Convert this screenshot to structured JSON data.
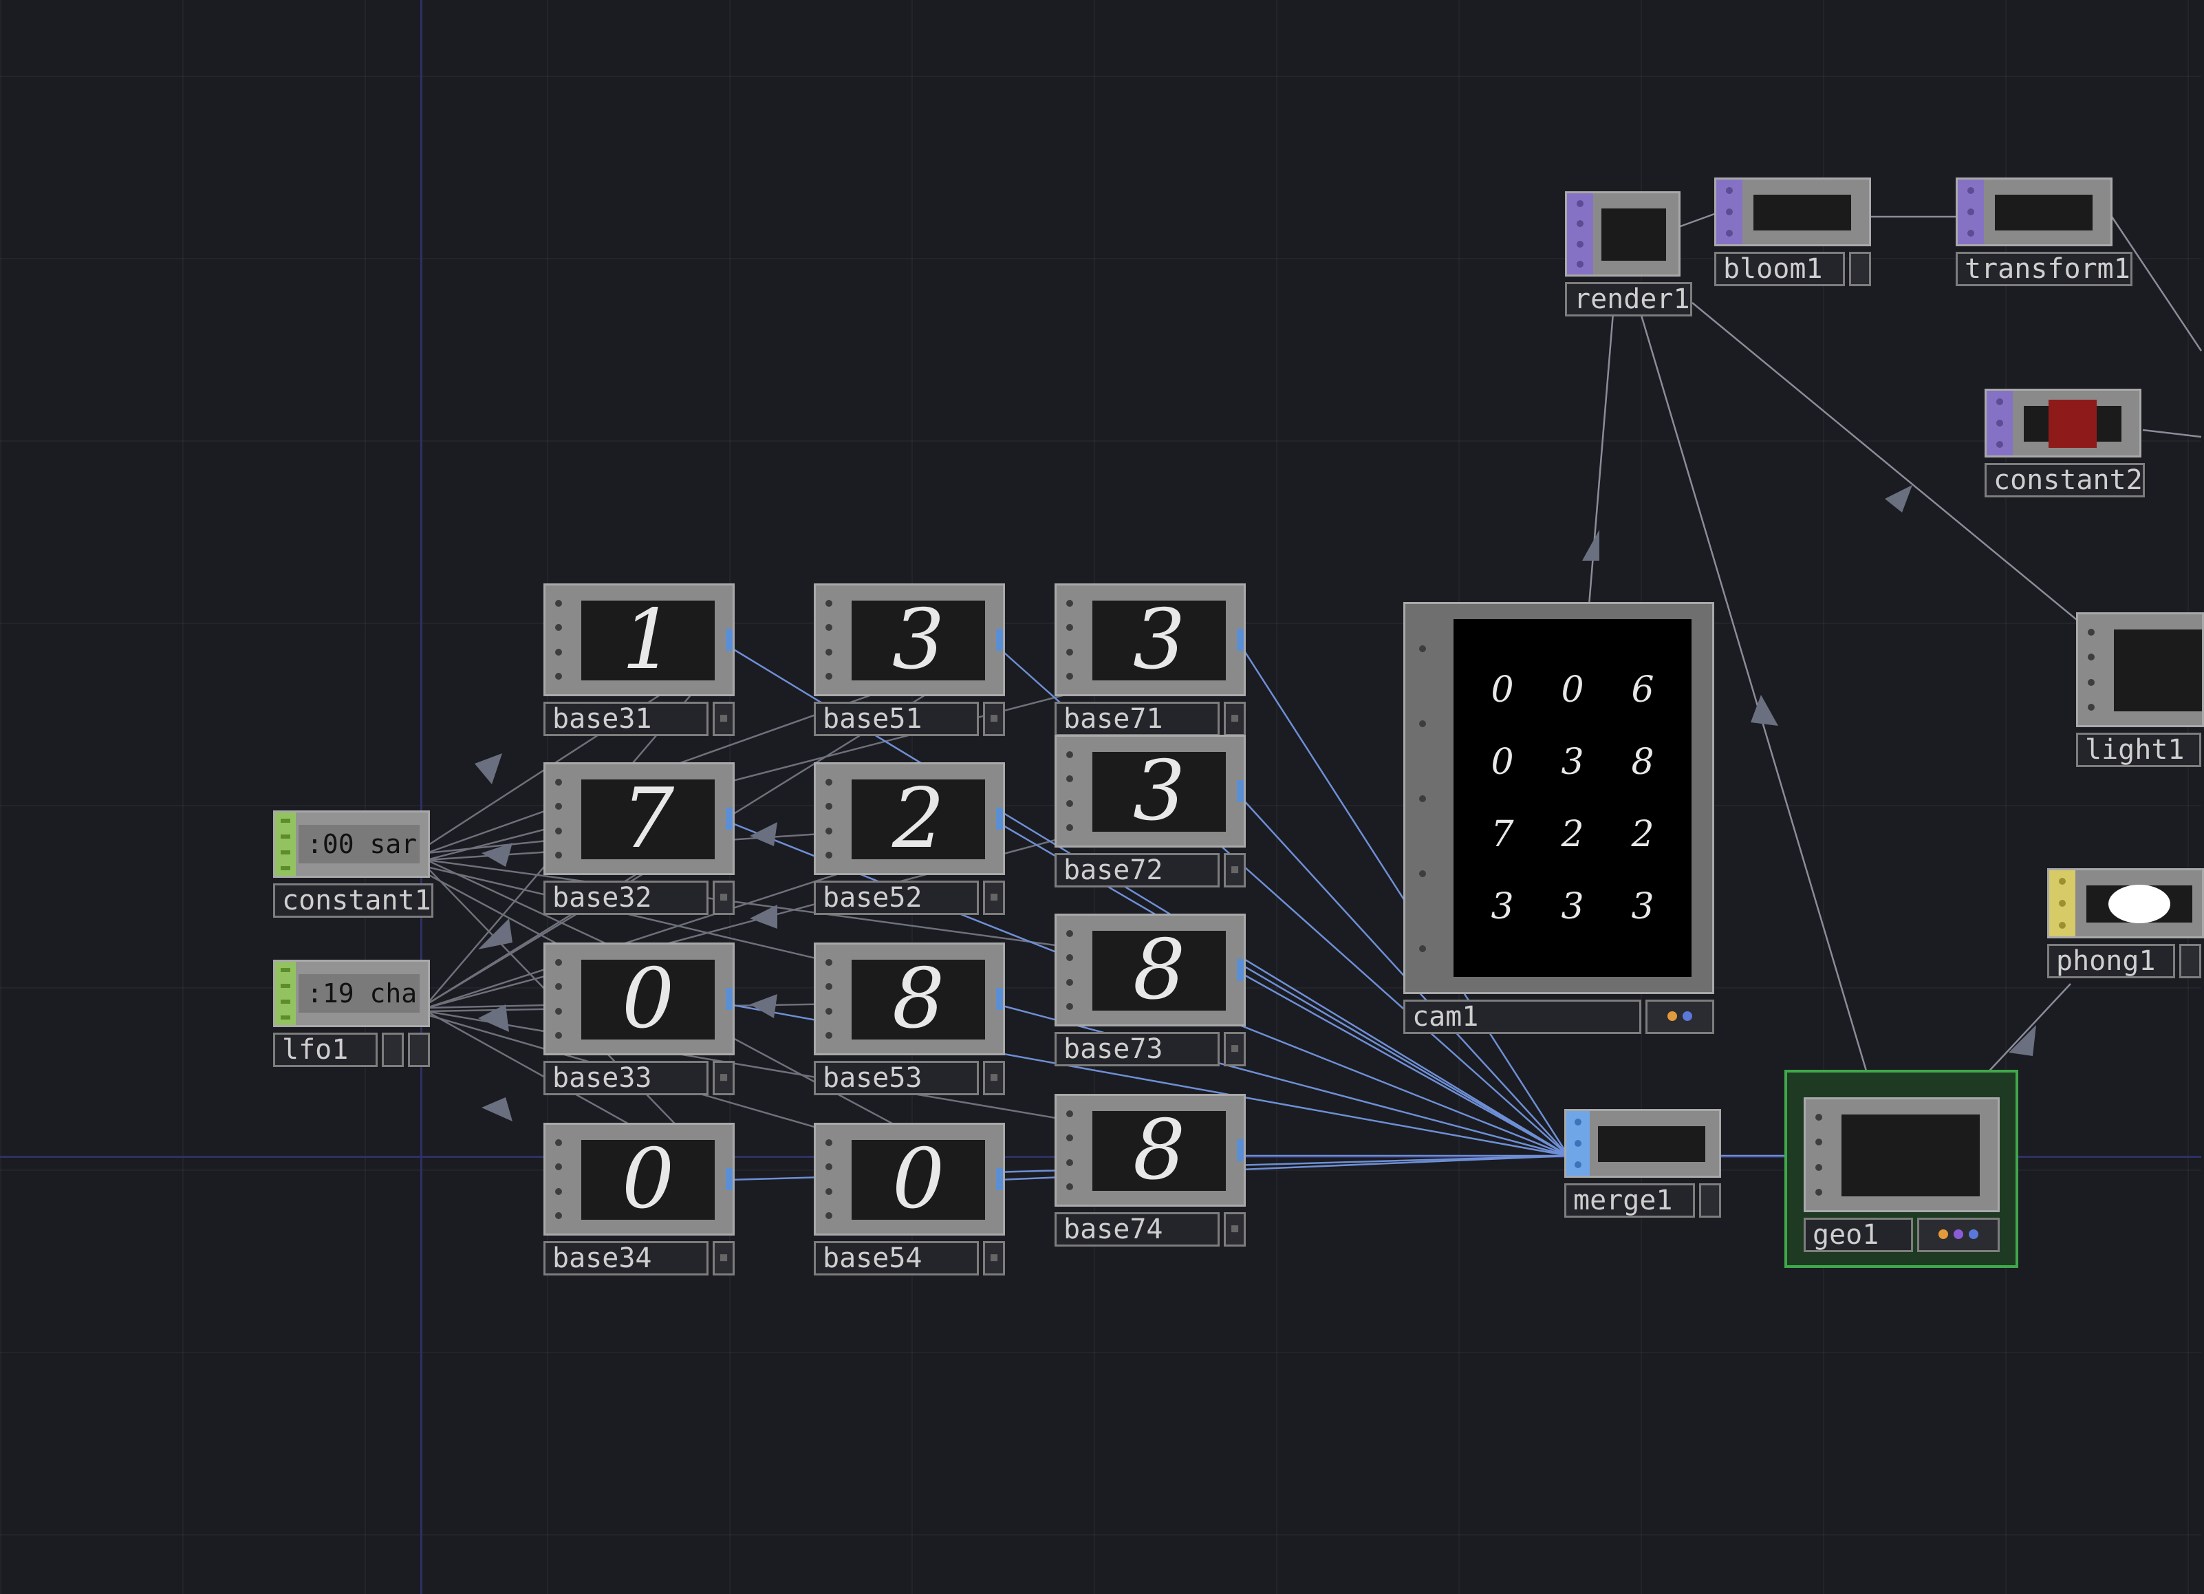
{
  "app": "TouchDesigner network editor",
  "nodes": {
    "constant1": {
      "label": "constant1",
      "value": ":00 sar"
    },
    "lfo1": {
      "label": "lfo1",
      "value": ":19 cha"
    },
    "base31": {
      "label": "base31",
      "glyph": "1"
    },
    "base32": {
      "label": "base32",
      "glyph": "7"
    },
    "base33": {
      "label": "base33",
      "glyph": "0"
    },
    "base34": {
      "label": "base34",
      "glyph": "0"
    },
    "base51": {
      "label": "base51",
      "glyph": "3"
    },
    "base52": {
      "label": "base52",
      "glyph": "2"
    },
    "base53": {
      "label": "base53",
      "glyph": "8"
    },
    "base54": {
      "label": "base54",
      "glyph": "0"
    },
    "base71": {
      "label": "base71",
      "glyph": "3"
    },
    "base72": {
      "label": "base72",
      "glyph": "3"
    },
    "base73": {
      "label": "base73",
      "glyph": "8"
    },
    "base74": {
      "label": "base74",
      "glyph": "8"
    },
    "cam1": {
      "label": "cam1",
      "grid": [
        "0",
        "0",
        "6",
        "0",
        "3",
        "8",
        "7",
        "2",
        "2",
        "3",
        "3",
        "3"
      ]
    },
    "merge1": {
      "label": "merge1"
    },
    "geo1": {
      "label": "geo1"
    },
    "render1": {
      "label": "render1"
    },
    "bloom1": {
      "label": "bloom1"
    },
    "transform1": {
      "label": "transform1"
    },
    "constant2": {
      "label": "constant2"
    },
    "light1": {
      "label": "light1"
    },
    "phong1": {
      "label": "phong1"
    }
  },
  "colors": {
    "background": "#1b1c21",
    "chop": "#93c361",
    "comp": "#8672c4",
    "mat": "#d7cb68",
    "merge": "#6fa6e8",
    "selected": "#3fa84a",
    "wire_blue": "#6e8fd6",
    "wire_gray": "#8a8d99"
  }
}
